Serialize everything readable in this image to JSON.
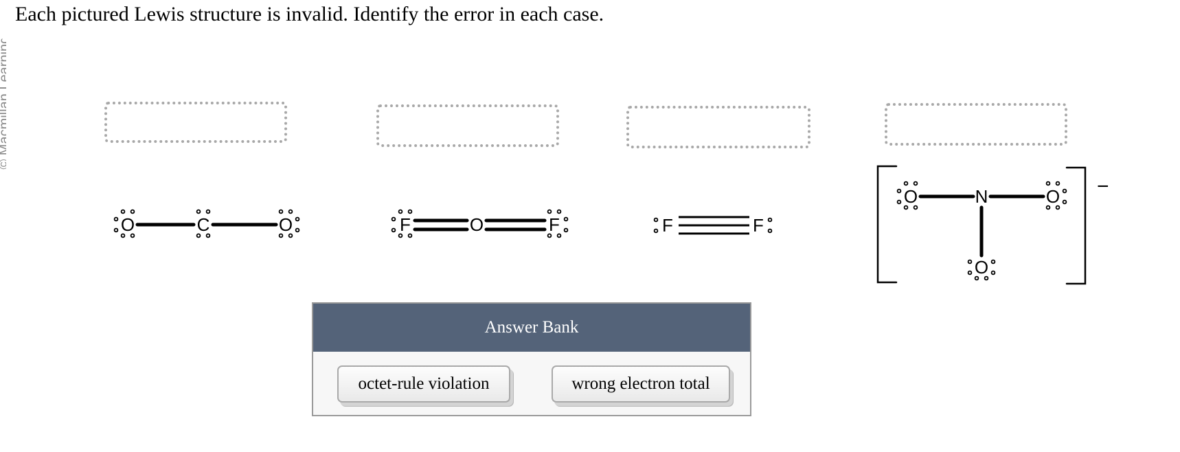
{
  "sidebar_watermark": "© Macmillan Learning",
  "question": "Each pictured Lewis structure is invalid. Identify the error in each case.",
  "drop_targets": [
    {
      "value": ""
    },
    {
      "value": ""
    },
    {
      "value": ""
    },
    {
      "value": ""
    }
  ],
  "structures": {
    "co2": {
      "atoms": [
        "O",
        "C",
        "O"
      ]
    },
    "f2o": {
      "atoms": [
        "F",
        "O",
        "F"
      ]
    },
    "f2": {
      "atoms": [
        "F",
        "F"
      ]
    },
    "no3": {
      "atoms": [
        "O",
        "N",
        "O",
        "O"
      ],
      "charge": "−"
    }
  },
  "answer_bank": {
    "title": "Answer Bank",
    "options": [
      "octet-rule violation",
      "wrong electron total"
    ]
  },
  "colors": {
    "bank_header": "#546379",
    "drop_border": "#a8a8a8"
  }
}
